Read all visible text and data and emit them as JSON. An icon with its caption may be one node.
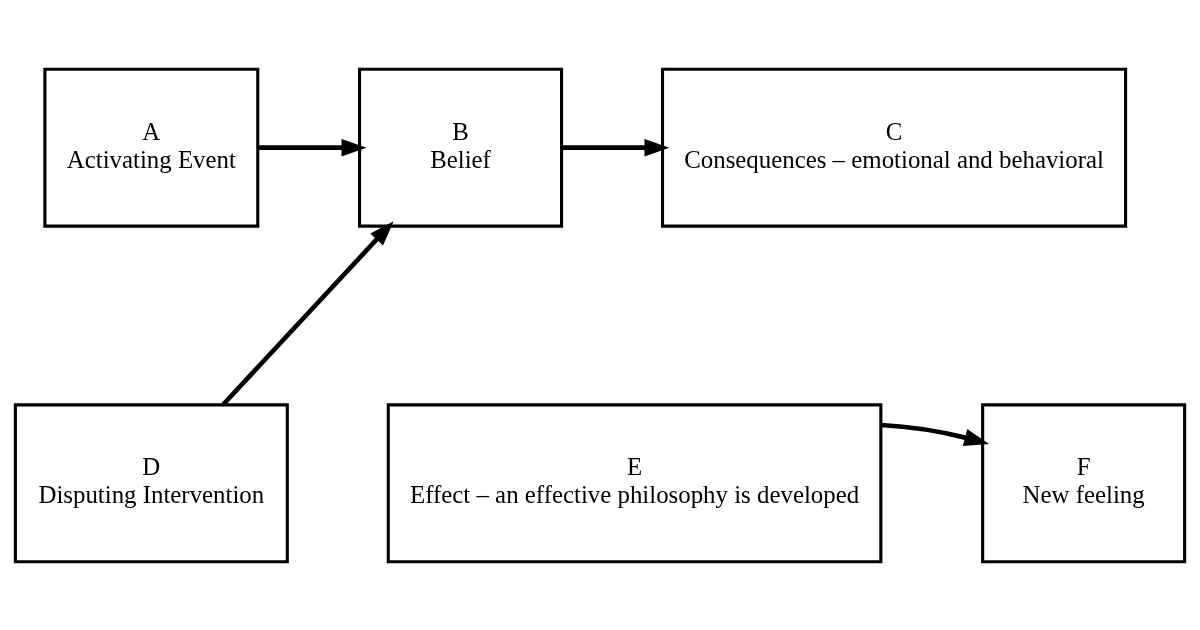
{
  "diagram": {
    "nodes": [
      {
        "text": [
          "A",
          "Activating Event"
        ]
      },
      {
        "text": [
          "B",
          "Belief"
        ]
      },
      {
        "text": [
          "C",
          "Consequences – emotional and behavioral"
        ]
      },
      {
        "text": [
          "D",
          "Disputing Intervention"
        ]
      },
      {
        "text": [
          "E",
          "Effect – an effective philosophy is developed"
        ]
      },
      {
        "text": [
          "F",
          "New feeling"
        ]
      }
    ],
    "edges": [
      {
        "from": 0,
        "to": 1,
        "arrow": "to"
      },
      {
        "from": 1,
        "to": 2,
        "arrow": "to"
      },
      {
        "from": 3,
        "to": 1,
        "arrow": "to"
      },
      {
        "from": 4,
        "to": 5,
        "arrow": "to"
      }
    ]
  }
}
